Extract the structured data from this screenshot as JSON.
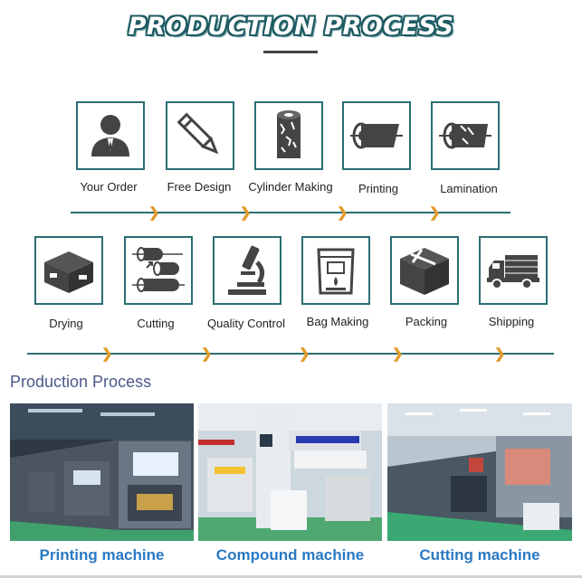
{
  "header": {
    "title": "PRODUCTION PROCESS"
  },
  "row1": [
    {
      "label": "Your Order",
      "icon": "person-icon"
    },
    {
      "label": "Free Design",
      "icon": "pen-icon"
    },
    {
      "label": "Cylinder Making",
      "icon": "cylinder-icon"
    },
    {
      "label": "Printing",
      "icon": "printing-roll-icon"
    },
    {
      "label": "Lamination",
      "icon": "lamination-roll-icon"
    }
  ],
  "row2": [
    {
      "label": "Drying",
      "icon": "drying-box-icon"
    },
    {
      "label": "Cutting",
      "icon": "cutting-rollers-icon"
    },
    {
      "label": "Quality Control",
      "icon": "microscope-icon"
    },
    {
      "label": "Bag Making",
      "icon": "bag-icon"
    },
    {
      "label": "Packing",
      "icon": "package-icon"
    },
    {
      "label": "Shipping",
      "icon": "truck-icon"
    }
  ],
  "section": {
    "title": "Production Process"
  },
  "machines": [
    {
      "caption": "Printing machine"
    },
    {
      "caption": "Compound machine"
    },
    {
      "caption": "Cutting machine"
    }
  ],
  "colors": {
    "teal": "#2a6e73",
    "arrow": "#e29a2a",
    "caption": "#2a79c4",
    "section_title": "#4a5a8a"
  }
}
